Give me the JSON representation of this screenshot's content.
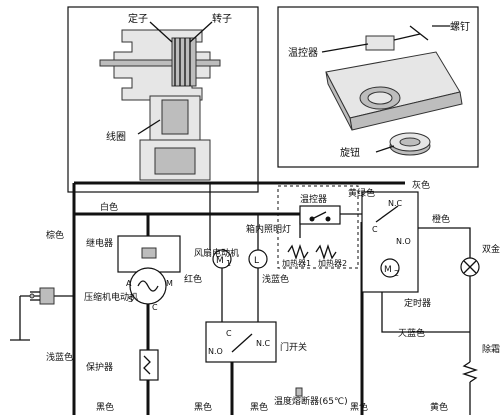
{
  "motor_diagram": {
    "stator_label": "定子",
    "rotor_label": "转子",
    "coil_label": "线圈"
  },
  "thermostat_diagram": {
    "screw_label": "螺钉",
    "thermostat_label": "温控器",
    "knob_label": "旋钮"
  },
  "circuit": {
    "gray_wire": "灰色",
    "white_wire": "白色",
    "brown_wire": "棕色",
    "light_blue_wire": "浅蓝色",
    "thermostat": "温控器",
    "yellow_green_wire": "黄绿色",
    "heater1": "加热器1",
    "heater2": "加热器2",
    "relay": "继电器",
    "compressor_motor": "压缩机电动机",
    "fan_motor": "风扇电动机",
    "fan_symbol": "M",
    "fan_sub": "1",
    "cabinet_lamp": "箱内照明灯",
    "lamp_symbol": "L",
    "red_wire": "红色",
    "light_blue_wire2": "浅蓝色",
    "door_switch": "门开关",
    "timer": "定时器",
    "timer_symbol": "M",
    "timer_sub": "2",
    "orange_wire": "橙色",
    "bimetal_thermostat": "双金属温控器",
    "sky_blue_wire": "天蓝色",
    "defrost_heater": "除霜加热器",
    "protector": "保护器",
    "light_blue_left": "浅蓝色",
    "fuse": "温度熔断器(65℃)",
    "black1": "黑色",
    "black2": "黑色",
    "black3": "黑色",
    "black4": "黑色",
    "yellow_wire": "黄色",
    "nc": "N.C",
    "no": "N.O",
    "c": "C",
    "nc_door": "N.C",
    "no_door": "N.O",
    "c_door": "C",
    "a": "A",
    "m": "M",
    "s": "S",
    "c_comp": "C"
  }
}
